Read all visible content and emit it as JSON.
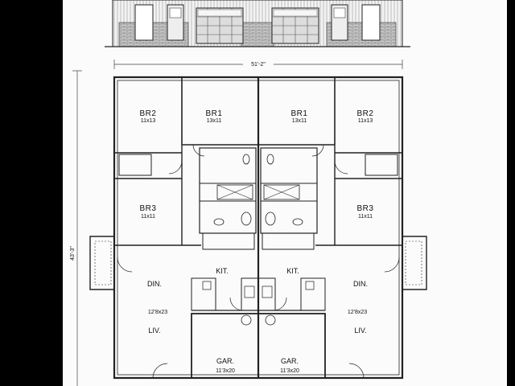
{
  "overall_width": "51'-2\"",
  "overall_depth": "43'-3\"",
  "units": [
    {
      "side": "left",
      "rooms": [
        {
          "name": "BR2",
          "size": "11x13"
        },
        {
          "name": "BR1",
          "size": "13x11"
        },
        {
          "name": "BR3",
          "size": "11x11"
        },
        {
          "name": "KIT.",
          "size": ""
        },
        {
          "name": "DIN.",
          "size": "12'8x23"
        },
        {
          "name": "LIV.",
          "size": ""
        },
        {
          "name": "GAR.",
          "size": "11'3x20"
        }
      ]
    },
    {
      "side": "right",
      "rooms": [
        {
          "name": "BR1",
          "size": "13x11"
        },
        {
          "name": "BR2",
          "size": "11x13"
        },
        {
          "name": "BR3",
          "size": "11x11"
        },
        {
          "name": "KIT.",
          "size": ""
        },
        {
          "name": "DIN.",
          "size": "12'8x23"
        },
        {
          "name": "LIV.",
          "size": ""
        },
        {
          "name": "GAR.",
          "size": "11'3x20"
        }
      ]
    }
  ],
  "colors": {
    "wall": "#2a2a2a",
    "brick": "#8f8f8f",
    "paper": "#fbfbfb",
    "frame": "#000000"
  }
}
